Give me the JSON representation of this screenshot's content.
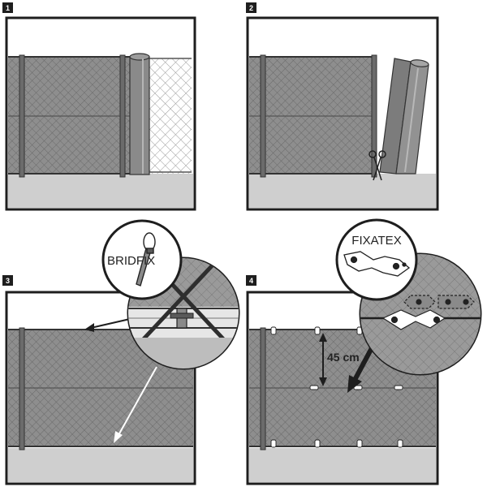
{
  "steps": [
    {
      "number": "1",
      "description_icons": [
        "fence-panel",
        "roll-unrolled",
        "wire-mesh"
      ]
    },
    {
      "number": "2",
      "description_icons": [
        "fence-panel",
        "roll-standing",
        "scissors"
      ]
    },
    {
      "number": "3",
      "callout_label": "BRIDFIX",
      "description_icons": [
        "fence-panel",
        "cable-tie",
        "arrow"
      ]
    },
    {
      "number": "4",
      "callout_label": "FIXATEX",
      "measure_label": "45 cm",
      "description_icons": [
        "fence-panel",
        "clip",
        "arrow"
      ]
    }
  ],
  "colors": {
    "frame": "#1e1e1e",
    "mesh_fill": "#8e8e8e",
    "ground": "#cfcfcf",
    "step_badge": "#1e1e1e",
    "callout_bg": "#ffffff"
  }
}
